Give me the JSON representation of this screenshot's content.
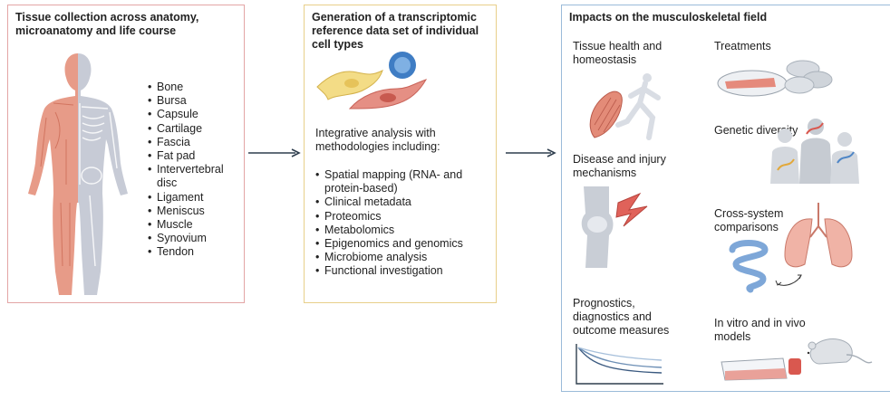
{
  "panel1": {
    "title": "Tissue collection across anatomy, microanatomy and life course",
    "tissues": [
      "Bone",
      "Bursa",
      "Capsule",
      "Cartilage",
      "Fascia",
      "Fat pad",
      "Intervertebral disc",
      "Ligament",
      "Meniscus",
      "Muscle",
      "Synovium",
      "Tendon"
    ]
  },
  "panel2": {
    "title": "Generation of a transcriptomic reference data set of individual cell types",
    "intro": "Integrative analysis with methodologies including:",
    "methods": [
      "Spatial mapping (RNA- and protein-based)",
      "Clinical metadata",
      "Proteomics",
      "Metabolomics",
      "Epigenomics and genomics",
      "Microbiome analysis",
      "Functional investigation"
    ]
  },
  "panel3": {
    "title": "Impacts on the musculoskeletal field",
    "impacts": {
      "tissue_health": "Tissue health and homeostasis",
      "treatments": "Treatments",
      "disease": "Disease and injury mechanisms",
      "genetic": "Genetic diversity",
      "cross_system": "Cross-system comparisons",
      "prognostics": "Prognostics, diagnostics and outcome measures",
      "models": "In vitro and in vivo models"
    }
  }
}
